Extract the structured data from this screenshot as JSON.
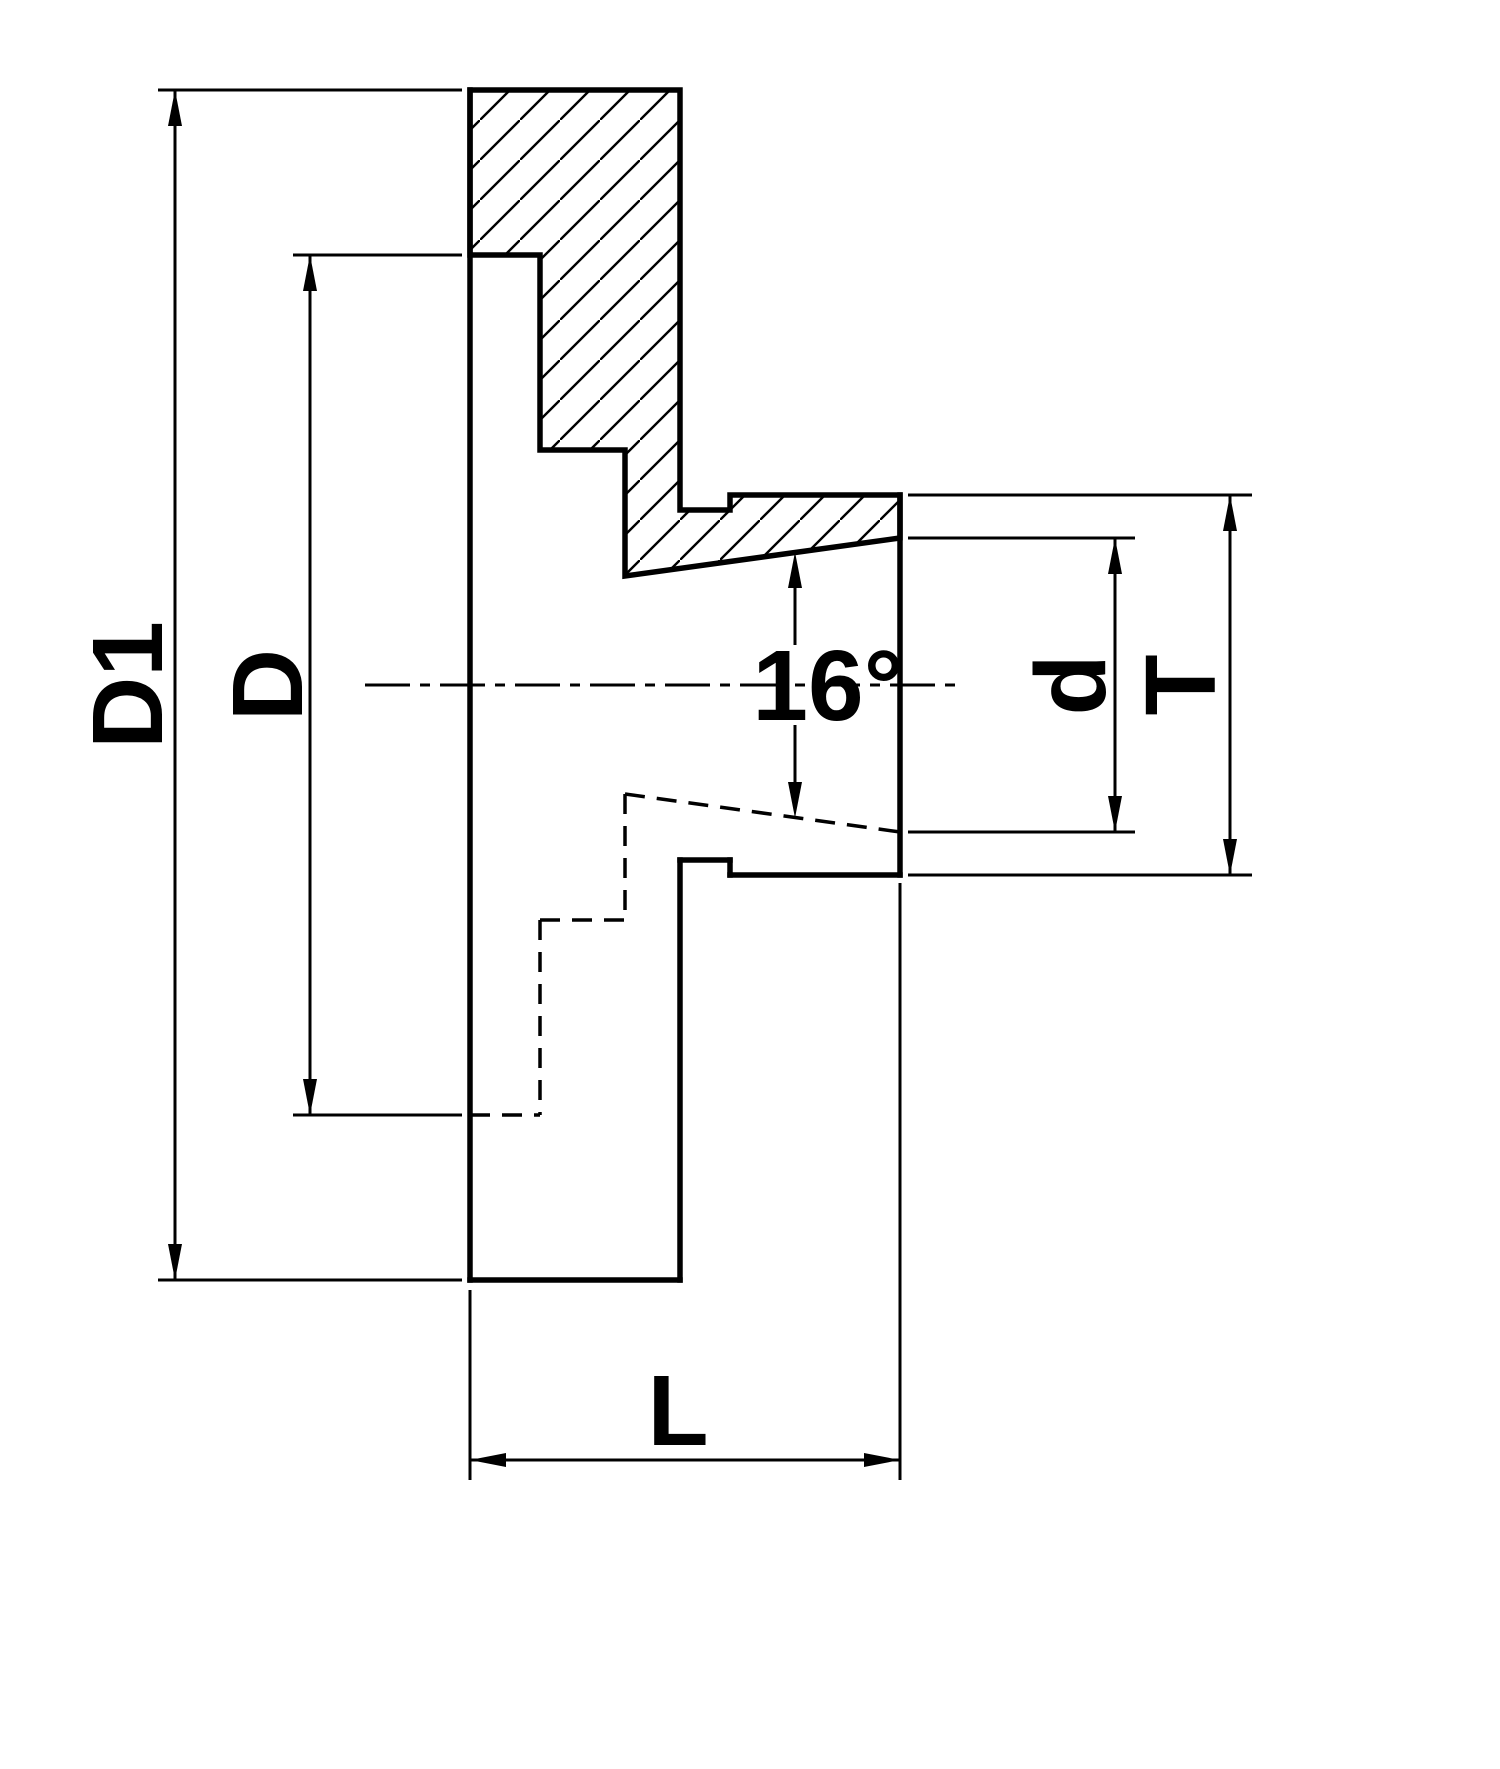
{
  "drawing": {
    "description": "Technical cross-section drawing of a lathe chuck backplate flange with 16-degree taper spindle mount",
    "background_color": "#ffffff",
    "line_color": "#000000",
    "labels": {
      "outer_diameter": "D1",
      "recess_diameter": "D",
      "taper_diameter": "d",
      "boss_diameter": "T",
      "length": "L",
      "taper_angle": "16°"
    }
  }
}
